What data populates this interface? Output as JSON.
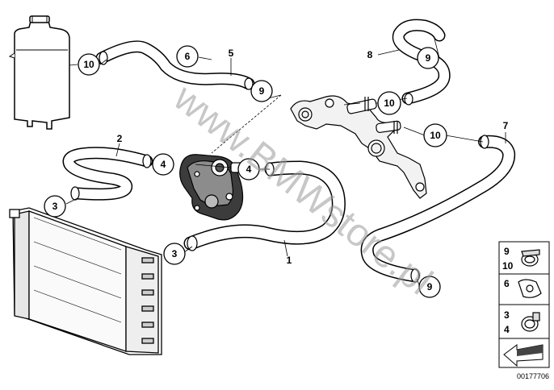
{
  "watermark": "www.BMWstore.pl",
  "part_number": "00177706",
  "callouts": {
    "c1": "1",
    "c2": "2",
    "c3a": "3",
    "c3b": "3",
    "c4a": "4",
    "c4b": "4",
    "c5": "5",
    "c6": "6",
    "c7": "7",
    "c8": "8",
    "c9a": "9",
    "c9b": "9",
    "c9c": "9",
    "c10a": "10",
    "c10b": "10",
    "c10c": "10"
  },
  "legend": {
    "row1_top": "9",
    "row1_bottom": "10",
    "row2": "6",
    "row3_top": "3",
    "row3_bottom": "4"
  },
  "icons": {
    "tank": "expansion-tank-icon",
    "radiator": "radiator-icon",
    "pump": "water-pump-icon",
    "pipe": "coolant-pipe-icon",
    "clamp": "hose-clamp-icon",
    "arrow": "direction-arrow-icon"
  }
}
